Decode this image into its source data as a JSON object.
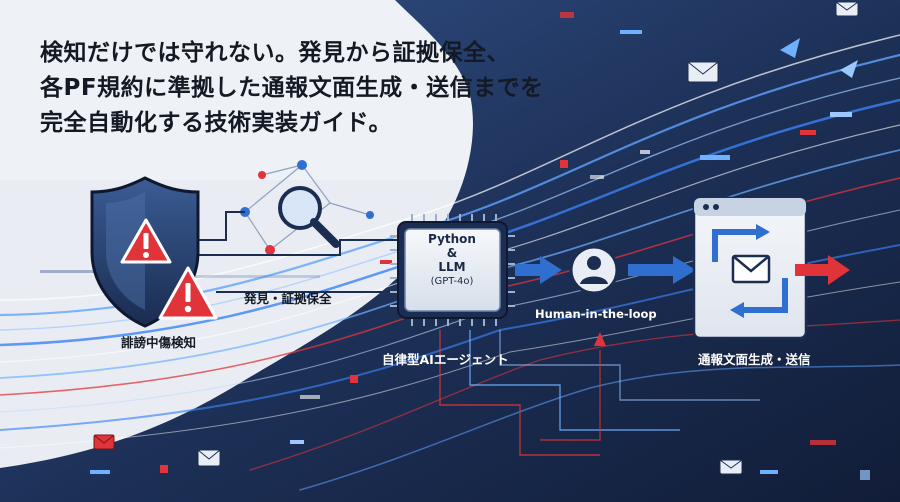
{
  "headline": {
    "line1": "検知だけでは守れない。発見から証拠保全、",
    "line2": "各PF規約に準拠した通報文面生成・送信までを",
    "line3": "完全自動化する技術実装ガイド。"
  },
  "labels": {
    "detection": "誹謗中傷検知",
    "evidence": "発見・証拠保全",
    "agent": "自律型AIエージェント",
    "human": "Human-in-the-loop",
    "report": "通報文面生成・送信"
  },
  "chip": {
    "line1": "Python",
    "line2": "&",
    "line3": "LLM",
    "line4": "(GPT-4o)"
  },
  "icons": [
    "shield-icon",
    "warning-icon",
    "magnifier-icon",
    "network-icon",
    "cpu-chip-icon",
    "user-icon",
    "arrow-icon",
    "envelope-icon",
    "browser-window-icon"
  ],
  "colors": {
    "navy": "#1b2e52",
    "blue": "#2f6fd0",
    "red": "#e0343a",
    "light": "#eef1f5"
  }
}
